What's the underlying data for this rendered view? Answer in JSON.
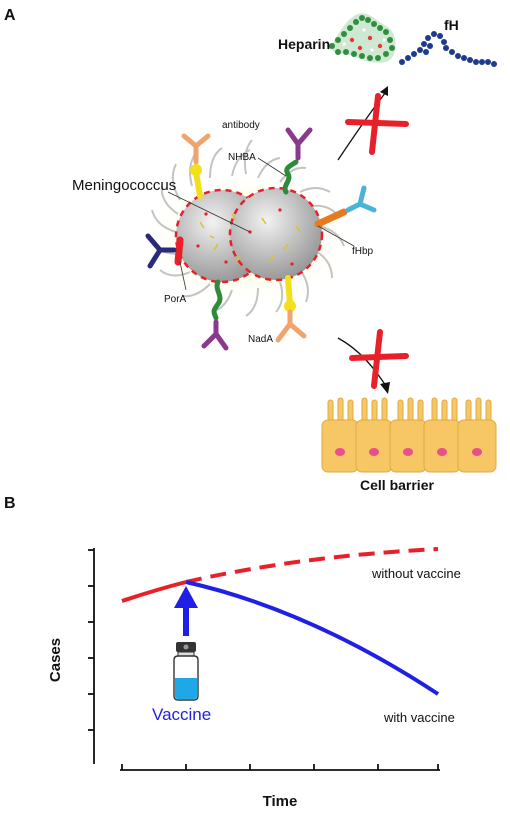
{
  "panel_a": {
    "letter": "A",
    "labels": {
      "heparin": "Heparin",
      "fh": "fH",
      "antibody": "antibody",
      "nhba": "NHBA",
      "meningococcus": "Meningococcus",
      "fhbp": "fHbp",
      "pora": "PorA",
      "nada": "NadA",
      "cell_barrier": "Cell barrier"
    }
  },
  "panel_b": {
    "letter": "B",
    "xlabel": "Time",
    "ylabel": "Cases",
    "vaccine_label": "Vaccine",
    "without_label": "without vaccine",
    "with_label": "with vaccine"
  },
  "colors": {
    "red": "#e8202a",
    "blue": "#1f1fe6",
    "yellow": "#f2e01c",
    "green": "#2e8b3a",
    "purple": "#8a3a8a",
    "orange_ab": "#f0a36a",
    "cyan": "#4ab3d8",
    "navy": "#2a2a7a",
    "cell": "#f7c766",
    "nucleus": "#e8508a"
  }
}
